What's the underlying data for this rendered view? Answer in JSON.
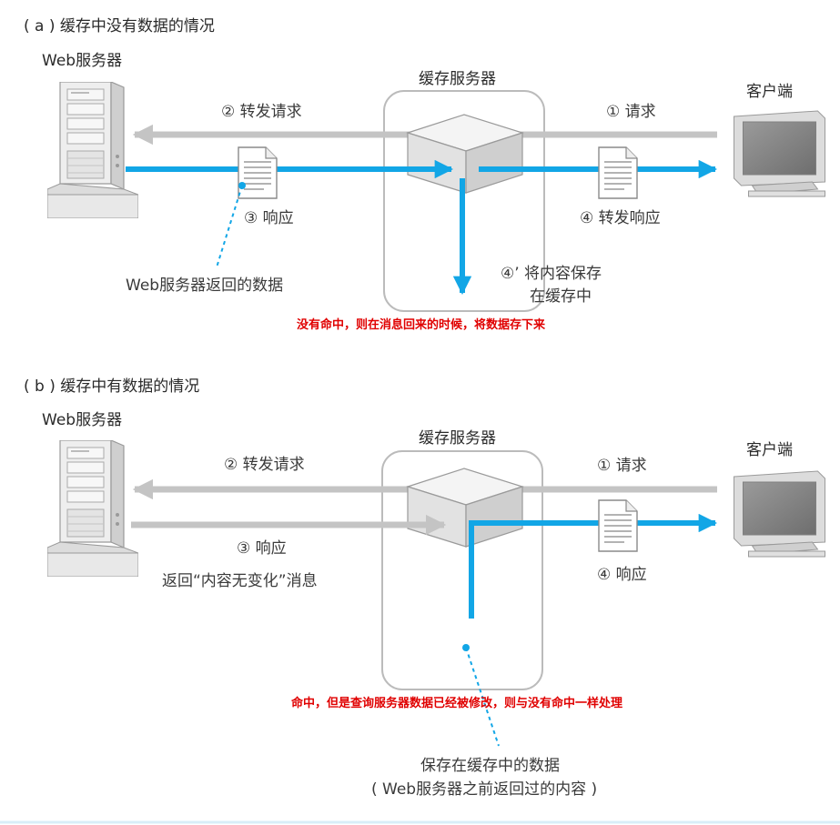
{
  "colors": {
    "blue_arrow": "#12a6e6",
    "gray_arrow": "#c4c4c4",
    "note_red": "#e00000"
  },
  "section_a": {
    "title": "( a ) 缓存中没有数据的情况",
    "web_server_label": "Web服务器",
    "cache_server_label": "缓存服务器",
    "client_label": "客户端",
    "step1": "① 请求",
    "step2": "② 转发请求",
    "step3": "③ 响应",
    "step4": "④ 转发响应",
    "step4b_line1": "④’ 将内容保存",
    "step4b_line2": "在缓存中",
    "data_note": "Web服务器返回的数据",
    "red_note": "没有命中，则在消息回来的时候，将数据存下来"
  },
  "section_b": {
    "title": "( b ) 缓存中有数据的情况",
    "web_server_label": "Web服务器",
    "cache_server_label": "缓存服务器",
    "client_label": "客户端",
    "step1": "① 请求",
    "step2": "② 转发请求",
    "step3": "③ 响应",
    "step3_note": "返回“内容无变化”消息",
    "step4": "④ 响应",
    "cached_note_line1": "保存在缓存中的数据",
    "cached_note_line2": "( Web服务器之前返回过的内容 )",
    "red_note": "命中，但是查询服务器数据已经被修改，则与没有命中一样处理"
  }
}
